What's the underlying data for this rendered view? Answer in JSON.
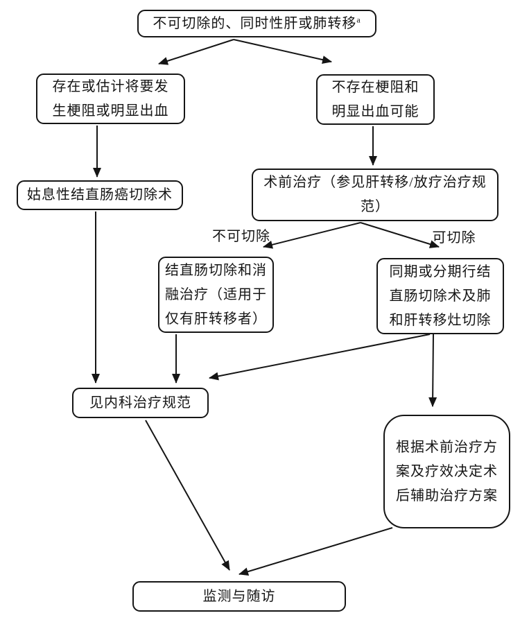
{
  "diagram": {
    "type": "flowchart",
    "language": "zh-CN",
    "nodes": [
      {
        "id": "unresectable-mets",
        "text": "不可切除的、同时性肝或肺转移",
        "superscript": "a"
      },
      {
        "id": "obstruction-risk",
        "text": "存在或估计将要发\n生梗阻或明显出血"
      },
      {
        "id": "no-obstruction",
        "text": "不存在梗阻和\n明显出血可能"
      },
      {
        "id": "palliative-resection",
        "text": "姑息性结直肠癌切除术"
      },
      {
        "id": "preop-treatment",
        "text": "术前治疗（参见肝转移/放疗治疗规\n范）"
      },
      {
        "id": "resection-ablation",
        "text": "结直肠切除和消\n融治疗（适用于\n仅有肝转移者）"
      },
      {
        "id": "staged-resection",
        "text": "同期或分期行结\n直肠切除术及肺\n和肝转移灶切除"
      },
      {
        "id": "medical-treatment",
        "text": "见内科治疗规范"
      },
      {
        "id": "adjuvant-plan",
        "text": "根据术前治疗方\n案及疗效决定术\n后辅助治疗方案"
      },
      {
        "id": "surveillance",
        "text": "监测与随访"
      }
    ],
    "edge_labels": [
      {
        "id": "unresectable",
        "text": "不可切除"
      },
      {
        "id": "resectable",
        "text": "可切除"
      }
    ],
    "colors": {
      "line": "#151515",
      "box_border": "#151515",
      "box_fill": "#ffffff",
      "background": "#ffffff",
      "text": "#151515"
    }
  }
}
